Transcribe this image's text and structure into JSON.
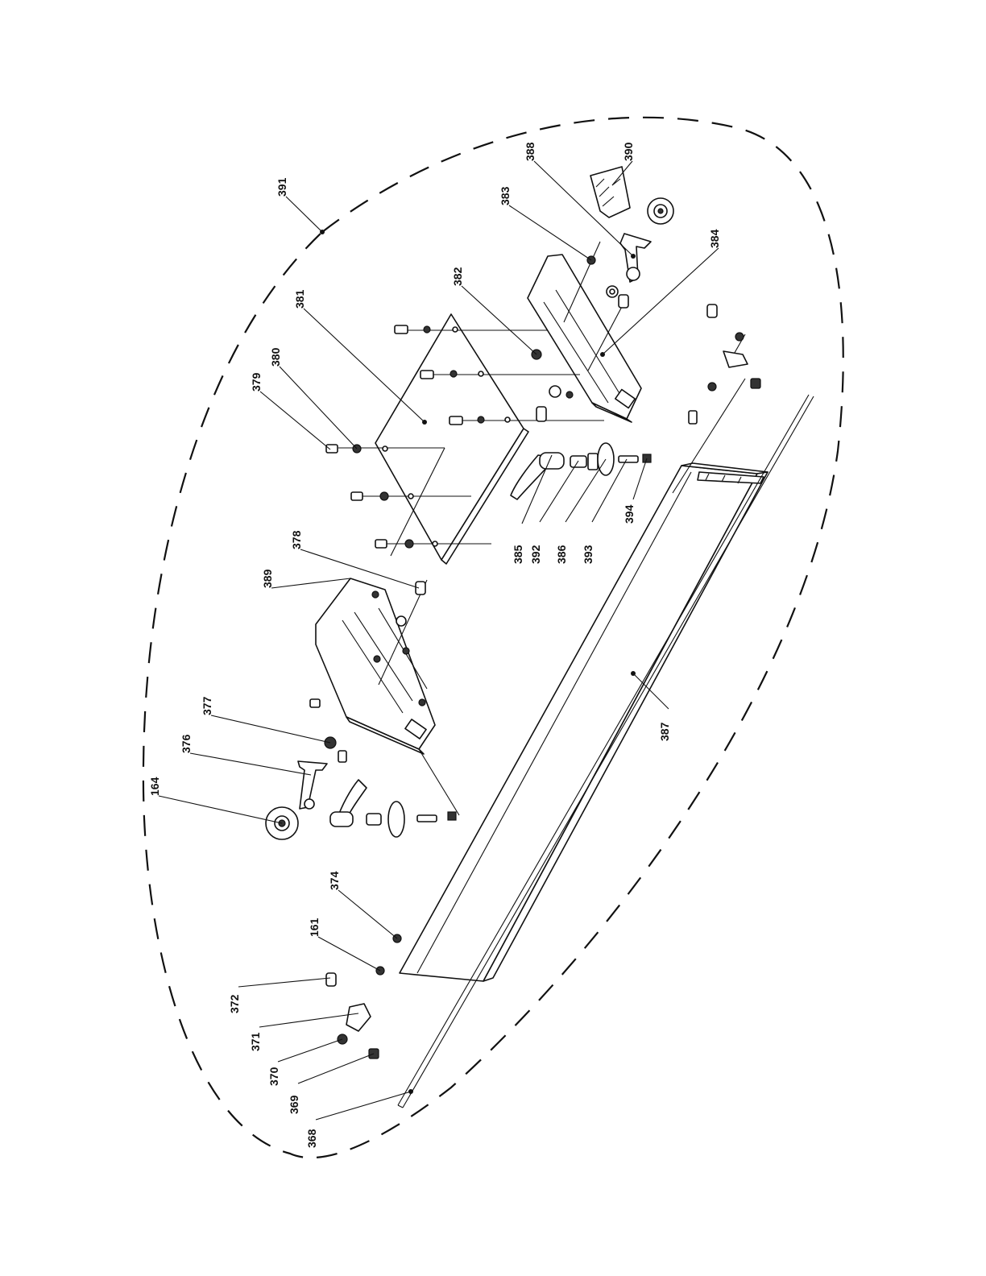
{
  "callouts": [
    {
      "id": "c391",
      "number": "391",
      "part": "boundary"
    },
    {
      "id": "c390",
      "number": "390",
      "part": "scale"
    },
    {
      "id": "c388",
      "number": "388",
      "part": "lever"
    },
    {
      "id": "c383",
      "number": "383",
      "part": "nut"
    },
    {
      "id": "c382",
      "number": "382",
      "part": "nut"
    },
    {
      "id": "c381",
      "number": "381",
      "part": "plate"
    },
    {
      "id": "c380",
      "number": "380",
      "part": "washer"
    },
    {
      "id": "c379",
      "number": "379",
      "part": "screw"
    },
    {
      "id": "c384",
      "number": "384",
      "part": "bracket"
    },
    {
      "id": "c378",
      "number": "378",
      "part": "screw"
    },
    {
      "id": "c389",
      "number": "389",
      "part": "bracket"
    },
    {
      "id": "c385",
      "number": "385",
      "part": "handle"
    },
    {
      "id": "c392",
      "number": "392",
      "part": "spacer"
    },
    {
      "id": "c386",
      "number": "386",
      "part": "clamp-disc"
    },
    {
      "id": "c393",
      "number": "393",
      "part": "stud"
    },
    {
      "id": "c394",
      "number": "394",
      "part": "nut"
    },
    {
      "id": "c377",
      "number": "377",
      "part": "washer"
    },
    {
      "id": "c376",
      "number": "376",
      "part": "lever"
    },
    {
      "id": "c164",
      "number": "164",
      "part": "knob"
    },
    {
      "id": "c387",
      "number": "387",
      "part": "fence"
    },
    {
      "id": "c374",
      "number": "374",
      "part": "screw"
    },
    {
      "id": "c161",
      "number": "161",
      "part": "washer"
    },
    {
      "id": "c372",
      "number": "372",
      "part": "screw"
    },
    {
      "id": "c371",
      "number": "371",
      "part": "end-bracket"
    },
    {
      "id": "c370",
      "number": "370",
      "part": "nut"
    },
    {
      "id": "c369",
      "number": "369",
      "part": "square-nut"
    },
    {
      "id": "c368",
      "number": "368",
      "part": "rod"
    }
  ]
}
